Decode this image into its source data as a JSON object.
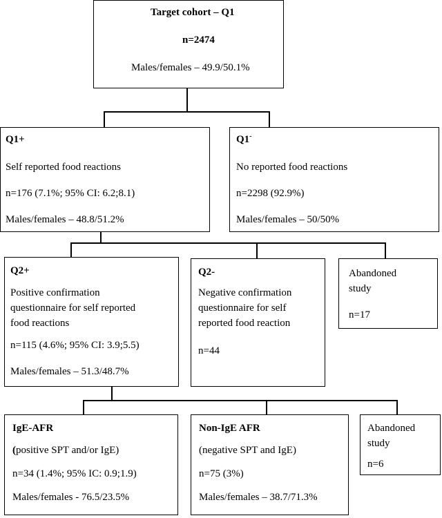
{
  "target": {
    "title": "Target cohort – Q1",
    "n": "n=2474",
    "sex": "Males/females – 49.9/50.1%"
  },
  "q1_pos": {
    "title": "Q1+",
    "desc": "Self reported food reactions",
    "n": "n=176 (7.1%; 95% CI: 6.2;8.1)",
    "sex": "Males/females – 48.8/51.2%"
  },
  "q1_neg": {
    "title": "Q1",
    "title_sup": "-",
    "desc": "No reported food reactions",
    "n": "n=2298 (92.9%)",
    "sex": "Males/females – 50/50%"
  },
  "q2_pos": {
    "title": "Q2+",
    "desc": "Positive confirmation questionnaire for self reported food reactions",
    "n": "n=115 (4.6%; 95% CI: 3.9;5.5)",
    "sex": "Males/females – 51.3/48.7%"
  },
  "q2_neg": {
    "title": "Q2-",
    "desc": "Negative confirmation questionnaire for self reported food reaction",
    "n": "n=44"
  },
  "abandoned_1": {
    "label": "Abandoned study",
    "n": "n=17"
  },
  "ige": {
    "title": "IgE-AFR",
    "desc_bold": "(",
    "desc": "positive SPT and/or IgE)",
    "n": "n=34 (1.4%; 95% IC: 0.9;1.9)",
    "sex": "Males/females - 76.5/23.5%"
  },
  "nonige": {
    "title": "Non-IgE AFR",
    "desc": "(negative SPT and IgE)",
    "n": "n=75 (3%)",
    "sex": "Males/females – 38.7/71.3%"
  },
  "abandoned_2": {
    "label": "Abandoned study",
    "n": "n=6"
  }
}
